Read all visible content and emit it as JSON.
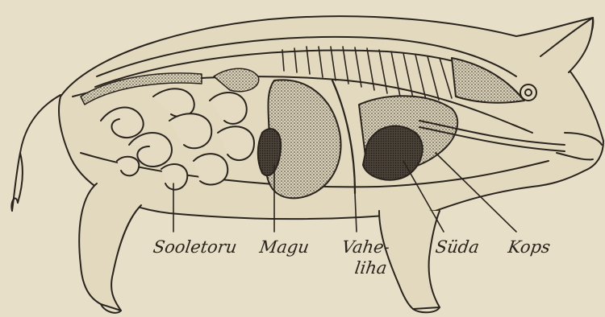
{
  "labels": {
    "small_intestine": "Sooletoru",
    "stomach": "Magu",
    "diaphragm_line1": "Vahe-",
    "diaphragm_line2": "liha",
    "heart": "Süda",
    "lung": "Kops"
  },
  "colors": {
    "paper": "#e7dfc8",
    "ink": "#2a241e",
    "organ_fill": "#d4ccb2",
    "dark_fill": "#3a332b"
  }
}
